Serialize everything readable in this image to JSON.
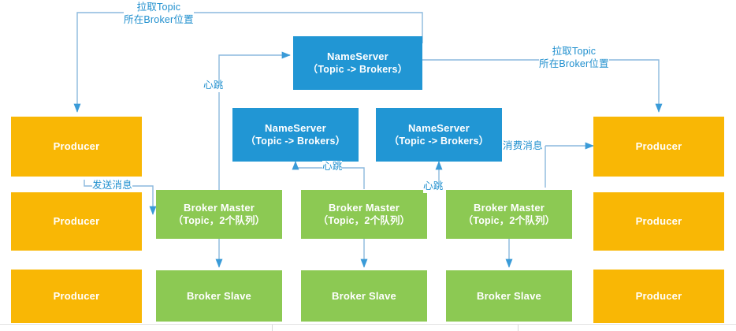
{
  "diagram": {
    "title": "RocketMQ architecture diagram",
    "colors": {
      "producer": "#f9b705",
      "nameserver": "#2196d4",
      "broker": "#8cc953",
      "edge": "#5b9bd5",
      "label_text": "#1f8fce",
      "background": "#ffffff"
    },
    "nodes": [
      {
        "id": "producer-left-1",
        "type": "producer",
        "line1": "Producer",
        "line2": ""
      },
      {
        "id": "producer-left-2",
        "type": "producer",
        "line1": "Producer",
        "line2": ""
      },
      {
        "id": "producer-left-3",
        "type": "producer",
        "line1": "Producer",
        "line2": ""
      },
      {
        "id": "producer-right-1",
        "type": "producer",
        "line1": "Producer",
        "line2": ""
      },
      {
        "id": "producer-right-2",
        "type": "producer",
        "line1": "Producer",
        "line2": ""
      },
      {
        "id": "producer-right-3",
        "type": "producer",
        "line1": "Producer",
        "line2": ""
      },
      {
        "id": "nameserver-top",
        "type": "nameserver",
        "line1": "NameServer",
        "line2": "（Topic -> Brokers）"
      },
      {
        "id": "nameserver-mid-1",
        "type": "nameserver",
        "line1": "NameServer",
        "line2": "（Topic -> Brokers）"
      },
      {
        "id": "nameserver-mid-2",
        "type": "nameserver",
        "line1": "NameServer",
        "line2": "（Topic -> Brokers）"
      },
      {
        "id": "broker-master-1",
        "type": "broker",
        "line1": "Broker Master",
        "line2": "（Topic，2个队列）"
      },
      {
        "id": "broker-master-2",
        "type": "broker",
        "line1": "Broker Master",
        "line2": "（Topic，2个队列）"
      },
      {
        "id": "broker-master-3",
        "type": "broker",
        "line1": "Broker Master",
        "line2": "（Topic，2个队列）"
      },
      {
        "id": "broker-slave-1",
        "type": "broker",
        "line1": "Broker Slave",
        "line2": ""
      },
      {
        "id": "broker-slave-2",
        "type": "broker",
        "line1": "Broker Slave",
        "line2": ""
      },
      {
        "id": "broker-slave-3",
        "type": "broker",
        "line1": "Broker Slave",
        "line2": ""
      }
    ],
    "edge_labels": {
      "pull_topic_left_line1": "拉取Topic",
      "pull_topic_left_line2": "所在Broker位置",
      "pull_topic_right_line1": "拉取Topic",
      "pull_topic_right_line2": "所在Broker位置",
      "heartbeat_1": "心跳",
      "heartbeat_2": "心跳",
      "heartbeat_3": "心跳",
      "send_message": "发送消息",
      "consume_message": "消费消息"
    }
  }
}
